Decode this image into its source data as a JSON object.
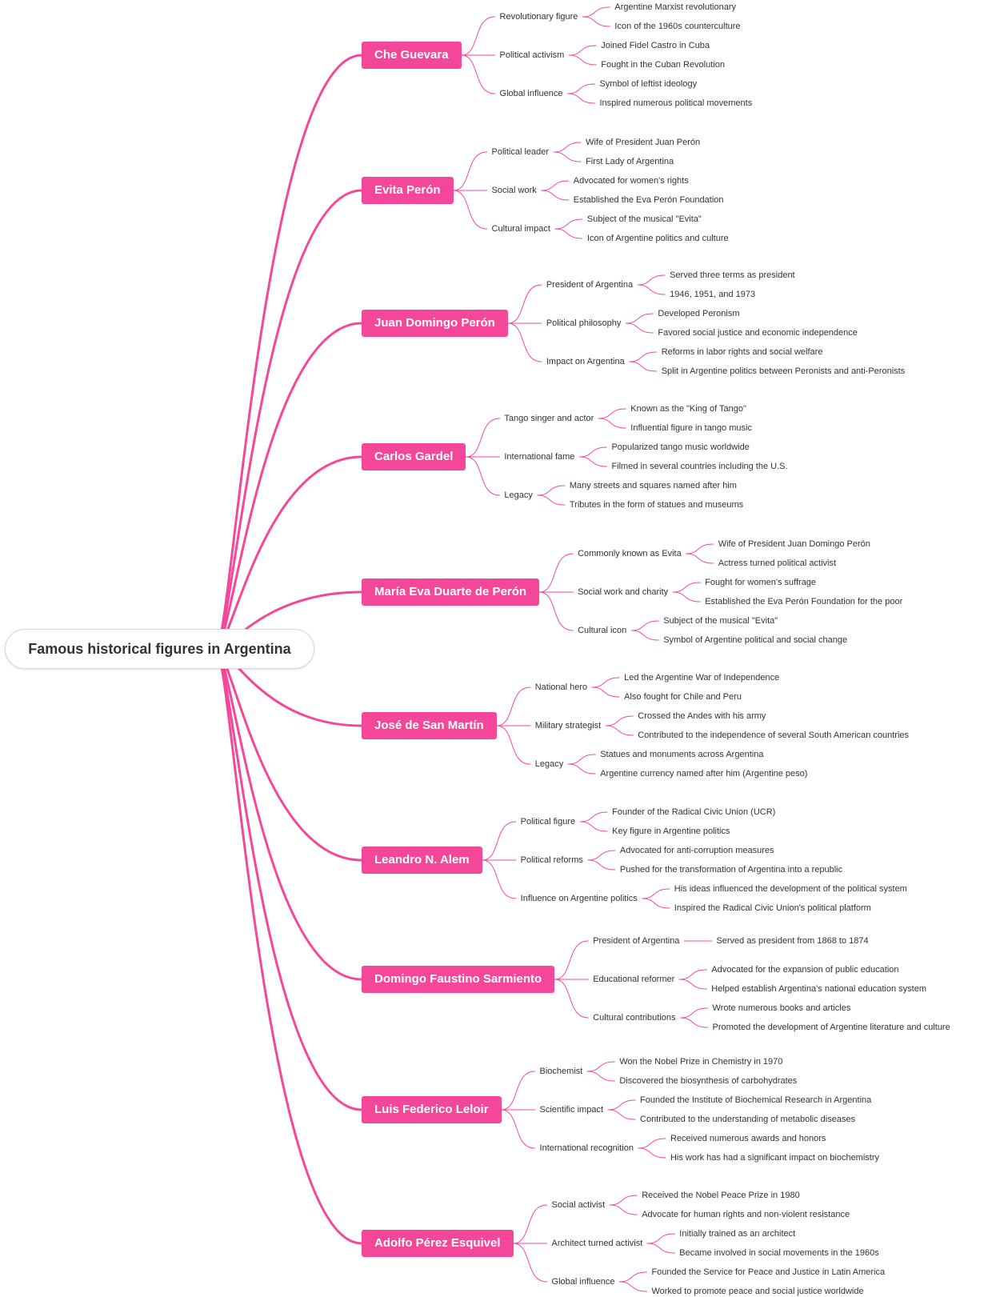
{
  "root": {
    "label": "Famous historical figures in Argentina"
  },
  "colors": {
    "branch": "#f5479a",
    "root_border": "#d7d7d7",
    "text": "#333333"
  },
  "figures": [
    {
      "name": "Che Guevara",
      "branches": [
        {
          "label": "Revolutionary figure",
          "items": [
            "Argentine Marxist revolutionary",
            "Icon of the 1960s counterculture"
          ]
        },
        {
          "label": "Political activism",
          "items": [
            "Joined Fidel Castro in Cuba",
            "Fought in the Cuban Revolution"
          ]
        },
        {
          "label": "Global influence",
          "items": [
            "Symbol of leftist ideology",
            "Inspired numerous political movements"
          ]
        }
      ]
    },
    {
      "name": "Evita Perón",
      "branches": [
        {
          "label": "Political leader",
          "items": [
            "Wife of President Juan Perón",
            "First Lady of Argentina"
          ]
        },
        {
          "label": "Social work",
          "items": [
            "Advocated for women's rights",
            "Established the Eva Perón Foundation"
          ]
        },
        {
          "label": "Cultural impact",
          "items": [
            "Subject of the musical \"Evita\"",
            "Icon of Argentine politics and culture"
          ]
        }
      ]
    },
    {
      "name": "Juan Domingo Perón",
      "branches": [
        {
          "label": "President of Argentina",
          "items": [
            "Served three terms as president",
            "1946, 1951, and 1973"
          ]
        },
        {
          "label": "Political philosophy",
          "items": [
            "Developed Peronism",
            "Favored social justice and economic independence"
          ]
        },
        {
          "label": "Impact on Argentina",
          "items": [
            "Reforms in labor rights and social welfare",
            "Split in Argentine politics between Peronists and anti-Peronists"
          ]
        }
      ]
    },
    {
      "name": "Carlos Gardel",
      "branches": [
        {
          "label": "Tango singer and actor",
          "items": [
            "Known as the \"King of Tango\"",
            "Influential figure in tango music"
          ]
        },
        {
          "label": "International fame",
          "items": [
            "Popularized tango music worldwide",
            "Filmed in several countries including the U.S."
          ]
        },
        {
          "label": "Legacy",
          "items": [
            "Many streets and squares named after him",
            "Tributes in the form of statues and museums"
          ]
        }
      ]
    },
    {
      "name": "María Eva Duarte de Perón",
      "branches": [
        {
          "label": "Commonly known as Evita",
          "items": [
            "Wife of President Juan Domingo Perón",
            "Actress turned political activist"
          ]
        },
        {
          "label": "Social work and charity",
          "items": [
            "Fought for women's suffrage",
            "Established the Eva Perón Foundation for the poor"
          ]
        },
        {
          "label": "Cultural icon",
          "items": [
            "Subject of the musical \"Evita\"",
            "Symbol of Argentine political and social change"
          ]
        }
      ]
    },
    {
      "name": "José de San Martín",
      "branches": [
        {
          "label": "National hero",
          "items": [
            "Led the Argentine War of Independence",
            "Also fought for Chile and Peru"
          ]
        },
        {
          "label": "Military strategist",
          "items": [
            "Crossed the Andes with his army",
            "Contributed to the independence of several South American countries"
          ]
        },
        {
          "label": "Legacy",
          "items": [
            "Statues and monuments across Argentina",
            "Argentine currency named after him (Argentine peso)"
          ]
        }
      ]
    },
    {
      "name": "Leandro N. Alem",
      "branches": [
        {
          "label": "Political figure",
          "items": [
            "Founder of the Radical Civic Union (UCR)",
            "Key figure in Argentine politics"
          ]
        },
        {
          "label": "Political reforms",
          "items": [
            "Advocated for anti-corruption measures",
            "Pushed for the transformation of Argentina into a republic"
          ]
        },
        {
          "label": "Influence on Argentine politics",
          "items": [
            "His ideas influenced the development of the political system",
            "Inspired the Radical Civic Union's political platform"
          ]
        }
      ]
    },
    {
      "name": "Domingo Faustino Sarmiento",
      "branches": [
        {
          "label": "President of Argentina",
          "items": [
            "Served as president from 1868 to 1874"
          ]
        },
        {
          "label": "Educational reformer",
          "items": [
            "Advocated for the expansion of public education",
            "Helped establish Argentina's national education system"
          ]
        },
        {
          "label": "Cultural contributions",
          "items": [
            "Wrote numerous books and articles",
            "Promoted the development of Argentine literature and culture"
          ]
        }
      ]
    },
    {
      "name": "Luis Federico Leloir",
      "branches": [
        {
          "label": "Biochemist",
          "items": [
            "Won the Nobel Prize in Chemistry in 1970",
            "Discovered the biosynthesis of carbohydrates"
          ]
        },
        {
          "label": "Scientific impact",
          "items": [
            "Founded the Institute of Biochemical Research in Argentina",
            "Contributed to the understanding of metabolic diseases"
          ]
        },
        {
          "label": "International recognition",
          "items": [
            "Received numerous awards and honors",
            "His work has had a significant impact on biochemistry"
          ]
        }
      ]
    },
    {
      "name": "Adolfo Pérez Esquivel",
      "branches": [
        {
          "label": "Social activist",
          "items": [
            "Received the Nobel Peace Prize in 1980",
            "Advocate for human rights and non-violent resistance"
          ]
        },
        {
          "label": "Architect turned activist",
          "items": [
            "Initially trained as an architect",
            "Became involved in social movements in the 1960s"
          ]
        },
        {
          "label": "Global influence",
          "items": [
            "Founded the Service for Peace and Justice in Latin America",
            "Worked to promote peace and social justice worldwide"
          ]
        }
      ]
    }
  ]
}
